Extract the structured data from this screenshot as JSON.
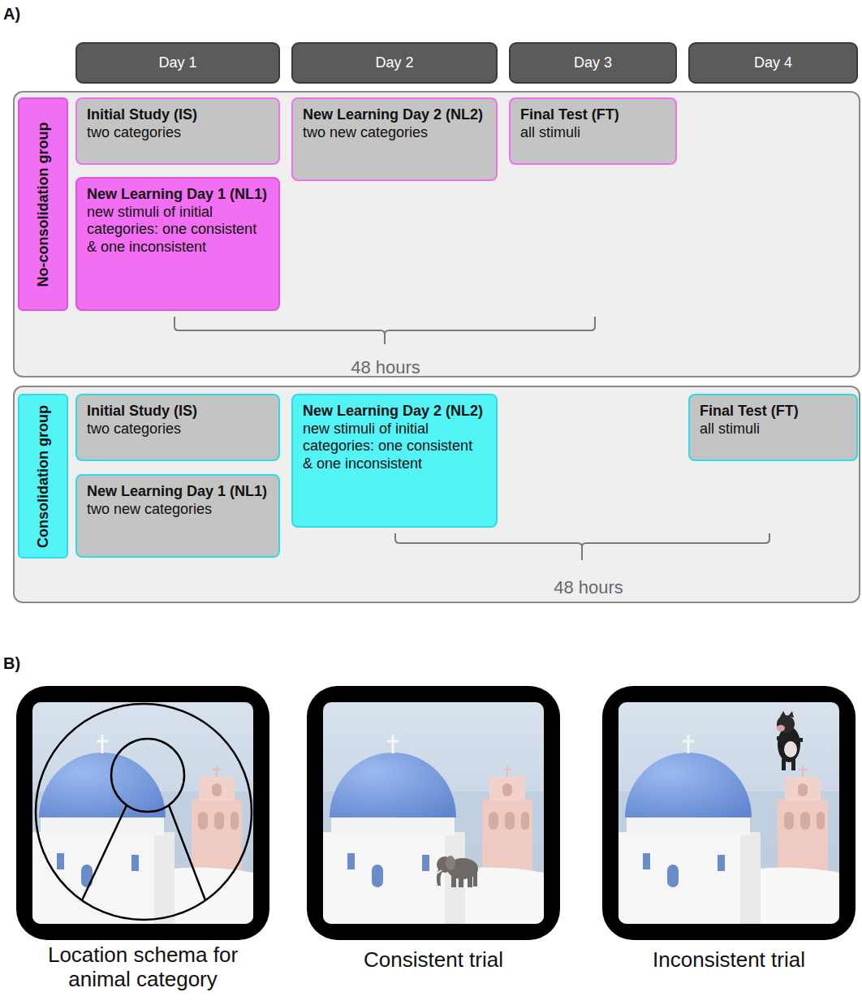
{
  "diagram": {
    "nodes": [
      {
        "text": [
          "Day 1"
        ]
      },
      {
        "text": [
          "Day 2"
        ]
      },
      {
        "text": [
          "Day 3"
        ]
      },
      {
        "text": [
          "Day 4"
        ]
      },
      {
        "text": [
          "48 hours"
        ]
      },
      {
        "text": [
          "No-consolidation group"
        ],
        "in": 4
      },
      {
        "text": [
          "Initial Study (IS)",
          "two categories"
        ],
        "in": 4
      },
      {
        "text": [
          "New Learning Day 1 (NL1)",
          "new stimuli of initial categories: one consistent & one inconsistent"
        ],
        "in": 4
      },
      {
        "text": [
          "New Learning Day 2 (NL2)",
          "two new categories"
        ],
        "in": 4
      },
      {
        "text": [
          "Final Test (FT)",
          "all stimuli"
        ],
        "in": 4
      },
      {
        "text": [
          "48 hours"
        ]
      },
      {
        "text": [
          "Consolidation group"
        ],
        "in": 10
      },
      {
        "text": [
          "Initial Study (IS)",
          "two categories"
        ],
        "in": 10
      },
      {
        "text": [
          "New Learning Day 1 (NL1)",
          "two new categories"
        ],
        "in": 10
      },
      {
        "text": [
          "New Learning Day 2 (NL2)",
          "new stimuli of initial categories: one consistent & one inconsistent"
        ],
        "in": 10
      },
      {
        "text": [
          "Final Test (FT)",
          "all stimuli"
        ],
        "in": 10
      }
    ],
    "labels": [
      "A)",
      "B)",
      "Location schema for animal category",
      "Consistent trial",
      "Inconsistent trial"
    ]
  }
}
